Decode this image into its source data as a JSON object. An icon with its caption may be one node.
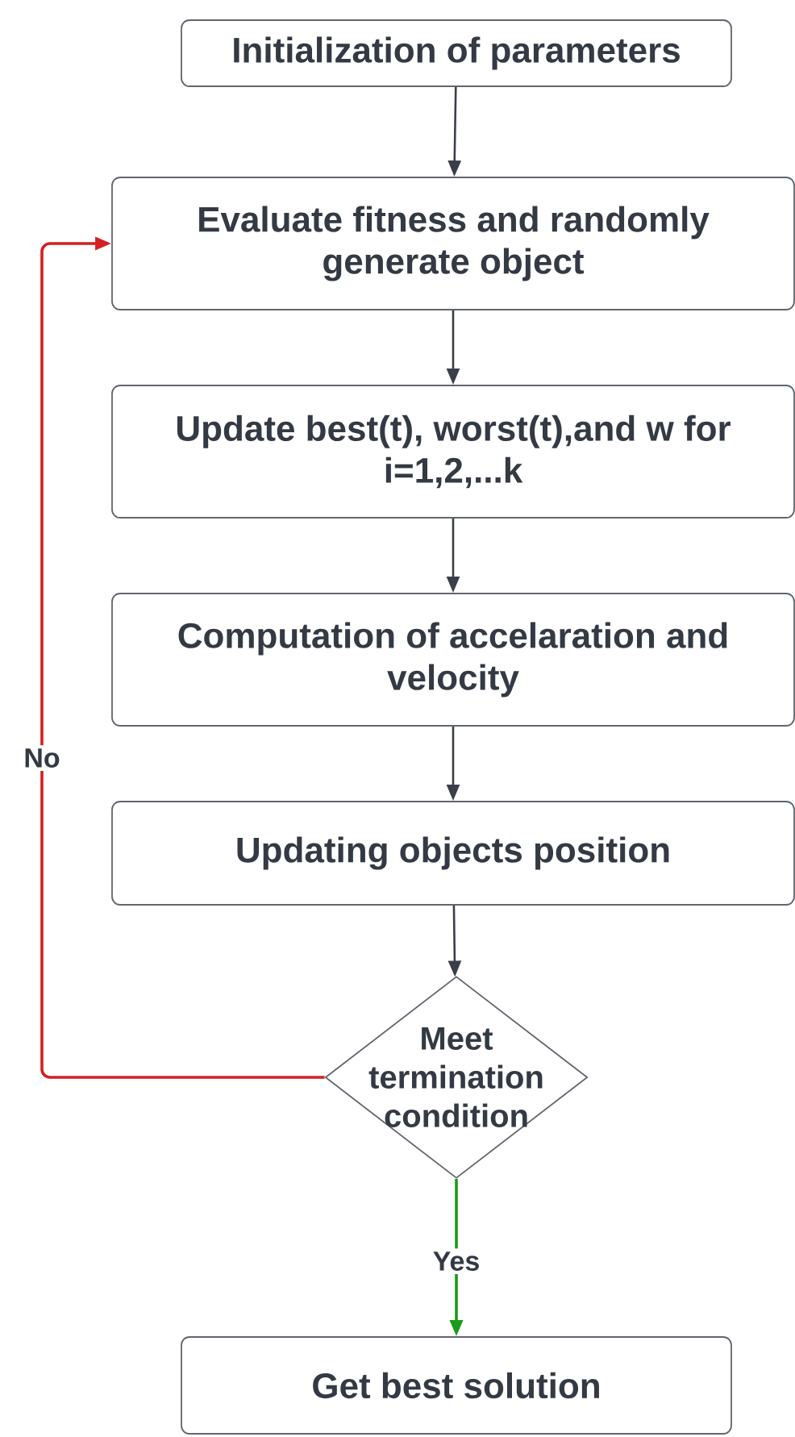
{
  "diagram": {
    "nodes": [
      {
        "text": [
          "Initialization of parameters"
        ]
      },
      {
        "text": [
          "Evaluate fitness and randomly generate object"
        ]
      },
      {
        "text": [
          "Update best(t), worst(t),and w for i=1,2,...k"
        ]
      },
      {
        "text": [
          "Computation of accelaration and velocity"
        ]
      },
      {
        "text": [
          "Updating objects position"
        ]
      },
      {
        "text": [
          "Meet termination condition"
        ]
      },
      {
        "text": [
          "Get best solution"
        ]
      }
    ],
    "edges": [
      {
        "from": 0,
        "to": 1,
        "arrow": "to"
      },
      {
        "from": 1,
        "to": 2,
        "arrow": "to"
      },
      {
        "from": 2,
        "to": 3,
        "arrow": "to"
      },
      {
        "from": 3,
        "to": 4,
        "arrow": "to"
      },
      {
        "from": 4,
        "to": 5,
        "arrow": "to"
      },
      {
        "from": 5,
        "to": 1,
        "arrow": "to",
        "label": "No",
        "color": "#d42020"
      },
      {
        "from": 5,
        "to": 6,
        "arrow": "to",
        "label": "Yes",
        "color": "#1a9a1a"
      }
    ]
  }
}
